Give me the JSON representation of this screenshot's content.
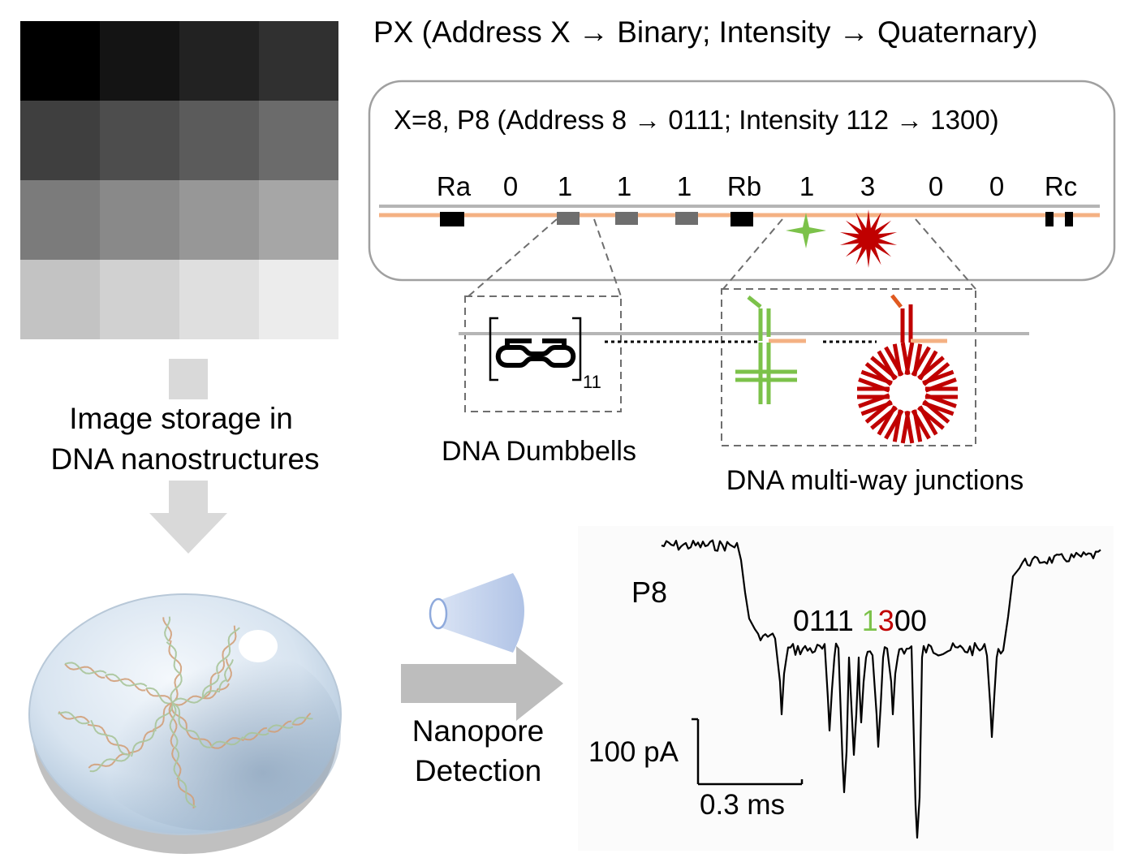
{
  "title": "PX (Address X → Binary; Intensity → Quaternary)",
  "grayscale_grid": {
    "rows": [
      [
        "#000000",
        "#141414",
        "#222222",
        "#303030"
      ],
      [
        "#3f3f3f",
        "#4d4d4d",
        "#5b5b5b",
        "#6b6b6b"
      ],
      [
        "#7b7b7b",
        "#898989",
        "#979797",
        "#a6a6a6"
      ],
      [
        "#c3c3c3",
        "#d1d1d1",
        "#dfdfdf",
        "#ececec"
      ]
    ]
  },
  "storage_label": {
    "line1": "Image storage in",
    "line2": "DNA nanostructures"
  },
  "example": {
    "header": "X=8, P8 (Address 8 → 0111; Intensity 112 → 1300)",
    "strand_labels": [
      "Ra",
      "0",
      "1",
      "1",
      "1",
      "Rb",
      "1",
      "3",
      "0",
      "0",
      "Rc"
    ]
  },
  "dumbbell": {
    "subscript": "11",
    "label": "DNA Dumbbells"
  },
  "junction": {
    "label": "DNA multi-way junctions"
  },
  "detection": {
    "line1": "Nanopore",
    "line2": "Detection"
  },
  "trace": {
    "pixel_label": "P8",
    "code_prefix": "0111 ",
    "code_green": "1",
    "code_red": "3",
    "code_suffix": "00",
    "scale_current": "100 pA",
    "scale_time": "0.3 ms"
  },
  "colors": {
    "green": "#7cc24a",
    "red": "#c00000",
    "orange_strand": "#f4b183",
    "gray_strand": "#b5b5b5",
    "arrow": "#bdbdbd"
  }
}
